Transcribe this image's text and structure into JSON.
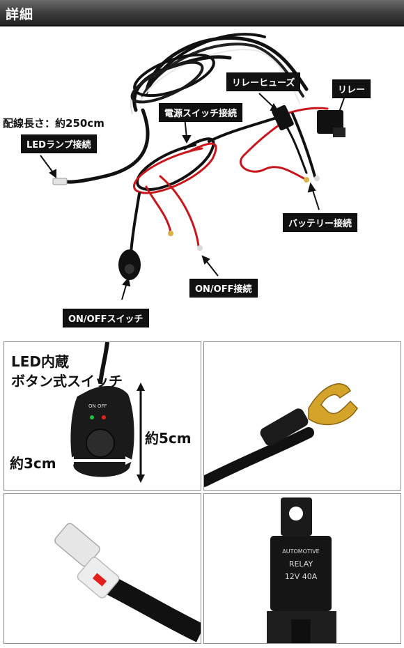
{
  "header": {
    "title": "詳細"
  },
  "diagram": {
    "labels": {
      "length": "配線長さ：約250cm",
      "led_lamp": "LEDランプ接続",
      "power_switch": "電源スイッチ接続",
      "relay_fuse": "リレーヒューズ",
      "relay": "リレー",
      "battery": "バッテリー接続",
      "onoff_conn": "ON/OFF接続",
      "onoff_switch": "ON/OFFスイッチ"
    }
  },
  "panels": {
    "switch": {
      "title_line1": "LED内蔵",
      "title_line2": "ボタン式スイッチ",
      "switch_marking": "ON OFF",
      "height": "約5cm",
      "width": "約3cm"
    },
    "relay": {
      "line1": "AUTOMOTIVE",
      "line2": "RELAY",
      "line3": "12V 40A"
    }
  }
}
